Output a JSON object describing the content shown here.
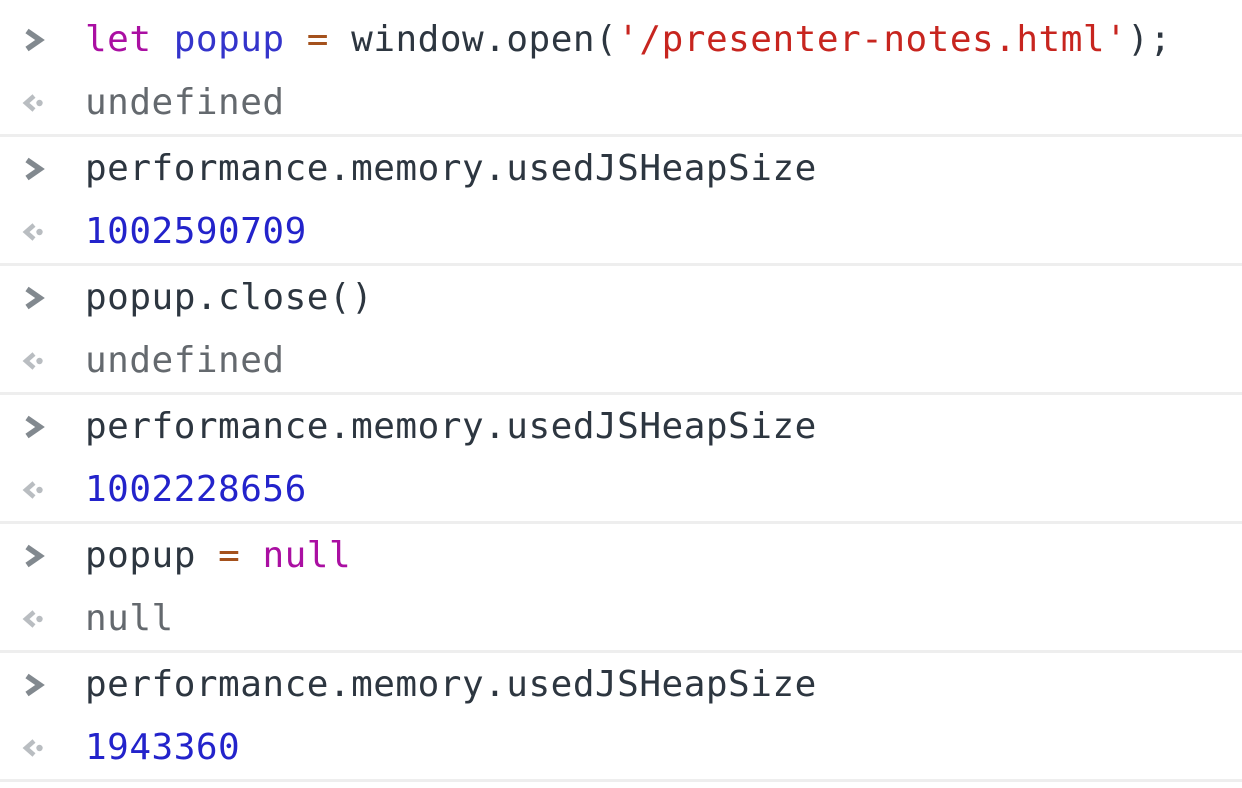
{
  "palette": {
    "background": "#ffffff",
    "separator": "#eeeeee",
    "plain": "#2d3640",
    "keyword": "#aa0fa2",
    "definition": "#3434cb",
    "operator": "#a4511c",
    "string": "#c7251f",
    "number": "#2323cb",
    "muted": "#64696e",
    "input_chevron": "#82898f",
    "output_arrow": "#b9bdc1"
  },
  "icons": {
    "input": "chevron-right-icon",
    "output": "result-left-arrow-icon"
  },
  "console": {
    "entries": [
      {
        "input": [
          {
            "t": "let",
            "c": "keyword"
          },
          {
            "t": " ",
            "c": "plain"
          },
          {
            "t": "popup",
            "c": "definition"
          },
          {
            "t": " ",
            "c": "plain"
          },
          {
            "t": "=",
            "c": "operator"
          },
          {
            "t": " ",
            "c": "plain"
          },
          {
            "t": "window.open(",
            "c": "plain"
          },
          {
            "t": "'/presenter-notes.html'",
            "c": "string"
          },
          {
            "t": ");",
            "c": "plain"
          }
        ],
        "output": {
          "text": "undefined",
          "type": "muted"
        }
      },
      {
        "input": [
          {
            "t": "performance.memory.usedJSHeapSize",
            "c": "plain"
          }
        ],
        "output": {
          "text": "1002590709",
          "type": "number"
        }
      },
      {
        "input": [
          {
            "t": "popup.close()",
            "c": "plain"
          }
        ],
        "output": {
          "text": "undefined",
          "type": "muted"
        }
      },
      {
        "input": [
          {
            "t": "performance.memory.usedJSHeapSize",
            "c": "plain"
          }
        ],
        "output": {
          "text": "1002228656",
          "type": "number"
        }
      },
      {
        "input": [
          {
            "t": "popup",
            "c": "plain"
          },
          {
            "t": " ",
            "c": "plain"
          },
          {
            "t": "=",
            "c": "operator"
          },
          {
            "t": " ",
            "c": "plain"
          },
          {
            "t": "null",
            "c": "keyword"
          }
        ],
        "output": {
          "text": "null",
          "type": "muted"
        }
      },
      {
        "input": [
          {
            "t": "performance.memory.usedJSHeapSize",
            "c": "plain"
          }
        ],
        "output": {
          "text": "1943360",
          "type": "number"
        }
      }
    ]
  }
}
